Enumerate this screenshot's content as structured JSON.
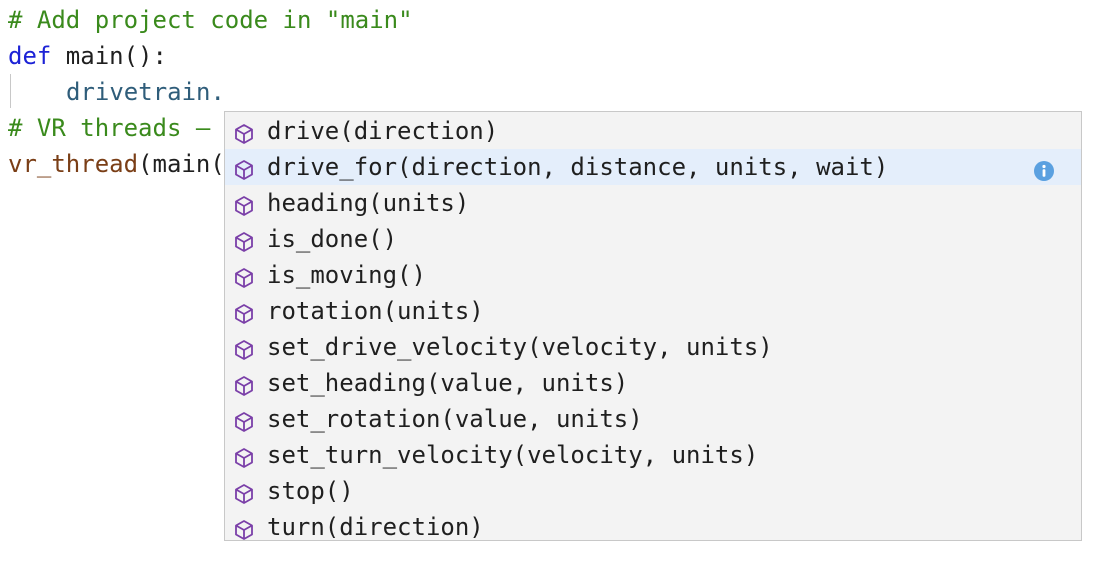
{
  "editor": {
    "lines": {
      "comment_top": "# Add project code in \"main\"",
      "def_keyword": "def",
      "def_rest": " main():",
      "drivetrain": "drivetrain.",
      "comment_threads": "# VR threads —",
      "vr_thread_func": "vr_thread",
      "vr_thread_rest": "(main("
    }
  },
  "suggestions": {
    "icon": "method-cube-icon",
    "info_icon": "info-icon",
    "colors": {
      "icon": "#7a3fa8",
      "info": "#5aa0e0",
      "selected_bg": "#e4eefb",
      "widget_bg": "#f3f3f3"
    },
    "selected_index": 1,
    "items": [
      "drive(direction)",
      "drive_for(direction, distance, units, wait)",
      "heading(units)",
      "is_done()",
      "is_moving()",
      "rotation(units)",
      "set_drive_velocity(velocity, units)",
      "set_heading(value, units)",
      "set_rotation(value, units)",
      "set_turn_velocity(velocity, units)",
      "stop()",
      "turn(direction)"
    ]
  }
}
